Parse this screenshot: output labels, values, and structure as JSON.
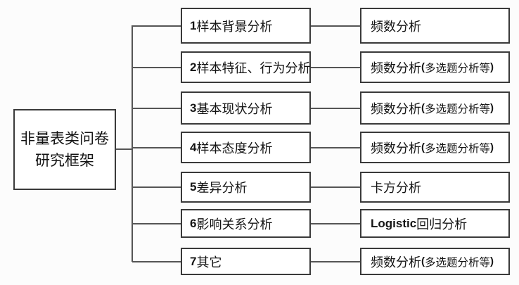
{
  "colors": {
    "background": "#fcfcfc",
    "box_fill": "#ffffff",
    "box_border": "#3a3a3a",
    "connector": "#555555",
    "text": "#141414"
  },
  "root": {
    "line1": "非量表类问卷",
    "line2": "研究框架"
  },
  "categories": [
    {
      "num": "1",
      "label": "样本背景分析"
    },
    {
      "num": "2",
      "label": "样本特征、行为分析"
    },
    {
      "num": "3",
      "label": "基本现状分析"
    },
    {
      "num": "4",
      "label": "样本态度分析"
    },
    {
      "num": "5",
      "label": "差异分析"
    },
    {
      "num": "6",
      "label": "影响关系分析"
    },
    {
      "num": "7",
      "label": "其它"
    }
  ],
  "methods": [
    {
      "latin": "",
      "zh": "频数分析",
      "paren_open": "",
      "paren_text": "",
      "paren_close": ""
    },
    {
      "latin": "",
      "zh": "频数分析",
      "paren_open": "(",
      "paren_text": "多选题分析等",
      "paren_close": ")"
    },
    {
      "latin": "",
      "zh": "频数分析",
      "paren_open": "(",
      "paren_text": "多选题分析等",
      "paren_close": ")"
    },
    {
      "latin": "",
      "zh": "频数分析",
      "paren_open": "(",
      "paren_text": "多选题分析等",
      "paren_close": ")"
    },
    {
      "latin": "",
      "zh": "卡方分析",
      "paren_open": "",
      "paren_text": "",
      "paren_close": ""
    },
    {
      "latin": "Logistic",
      "zh": "回归分析",
      "paren_open": "",
      "paren_text": "",
      "paren_close": ""
    },
    {
      "latin": "",
      "zh": "频数分析",
      "paren_open": "(",
      "paren_text": "多选题分析等",
      "paren_close": ")"
    }
  ]
}
